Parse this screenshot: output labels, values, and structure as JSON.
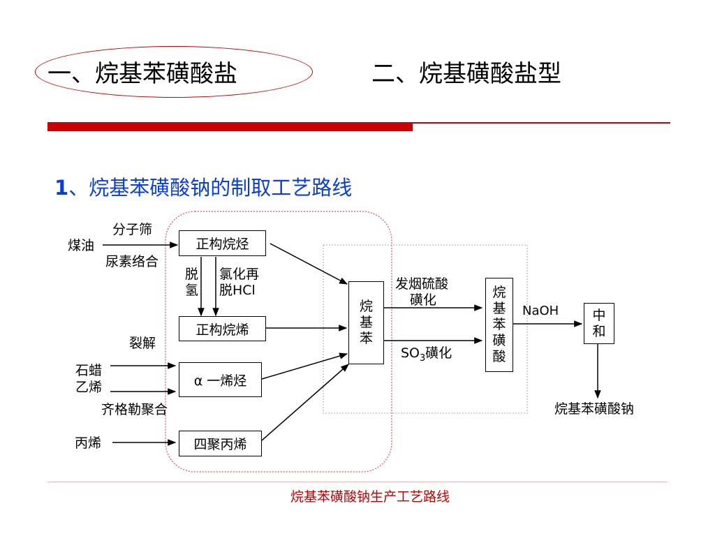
{
  "headings": {
    "one": "一、烷基苯磺酸盐",
    "two": "二、烷基磺酸盐型"
  },
  "subtitle": {
    "number": "1",
    "text": "、烷基苯磺酸钠的制取工艺路线"
  },
  "diagram": {
    "inputs": {
      "kerosene": "煤油",
      "paraffin": "石蜡",
      "ethylene": "乙烯",
      "propylene": "丙烯"
    },
    "methods": {
      "sieve": "分子筛",
      "urea": "尿素络合",
      "dehydrogenation_1": "脱",
      "dehydrogenation_2": "氢",
      "chlorination_1": "氯化再",
      "chlorination_2": "脱HCl",
      "cracking": "裂解",
      "ziegler": "齐格勒聚合",
      "fuming_1": "发烟硫酸",
      "fuming_2": "磺化",
      "so3_prefix": "SO",
      "so3_sub": "3",
      "so3_suffix": "磺化",
      "naoh": "NaOH"
    },
    "boxes": {
      "n_alkane": "正构烷烃",
      "n_olefin": "正构烷烯",
      "alpha_olefin": "α 一烯烃",
      "tetrapropylene": "四聚丙烯",
      "alkylbenzene": [
        "烷",
        "基",
        "苯"
      ],
      "sulfonic_acid": [
        "烷",
        "基",
        "苯",
        "磺",
        "酸"
      ],
      "neutralize": [
        "中",
        "和"
      ]
    },
    "product": "烷基苯磺酸钠"
  },
  "caption": "烷基苯磺酸钠生产工艺路线",
  "colors": {
    "accent_red": "#cc0000",
    "subtitle_blue": "#0b3fd1"
  }
}
